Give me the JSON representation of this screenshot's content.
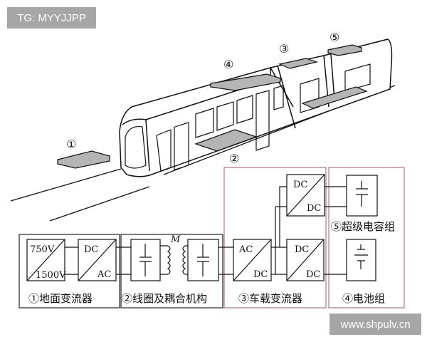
{
  "watermark_top": "TG: MYYJJPP",
  "watermark_bottom": "www.shpulv.cn",
  "train_labels": [
    "①",
    "②",
    "③",
    "④",
    "⑤"
  ],
  "blocks": {
    "ground_conv_in": [
      "750V",
      "1500V"
    ],
    "ground_conv_dcac": [
      "DC",
      "AC"
    ],
    "coupling_m": "M",
    "onboard_acdc": [
      "AC",
      "DC"
    ],
    "dcdc_top": [
      "DC",
      "DC"
    ],
    "dcdc_bottom": [
      "DC",
      "DC"
    ]
  },
  "groups": {
    "g1": "①地面变流器",
    "g2": "②线圈及耦合机构",
    "g3": "③车载变流器",
    "g4": "④电池组",
    "g5": "⑤超级电容组"
  },
  "colors": {
    "pad": "#b5b5b5",
    "group_red": "#b07a80",
    "line": "#111111"
  }
}
